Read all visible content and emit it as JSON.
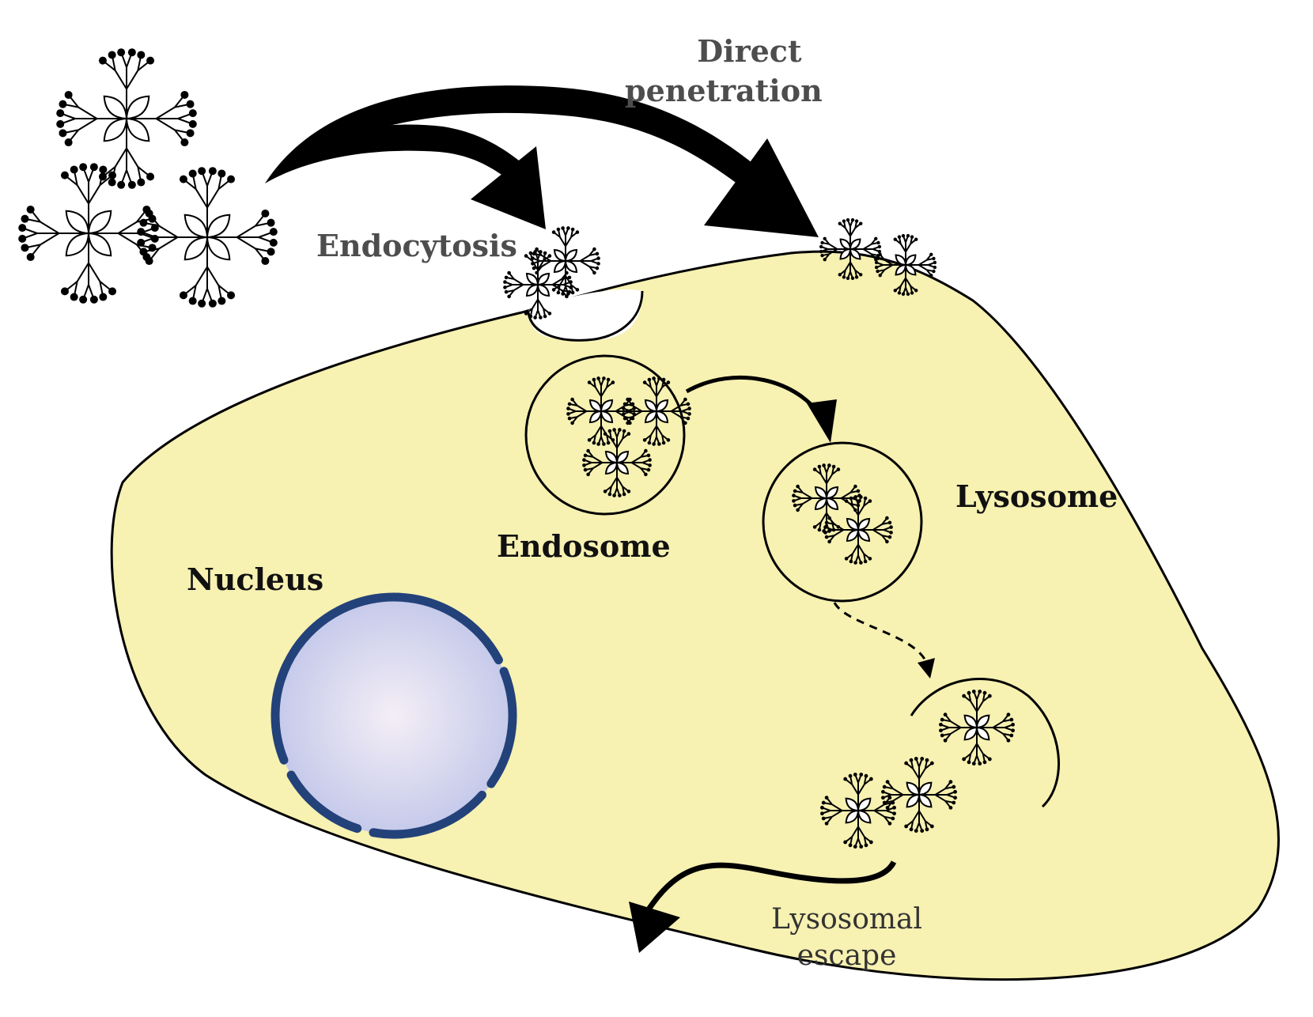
{
  "labels": {
    "direct_penetration_line1": "Direct",
    "direct_penetration_line2": "penetration",
    "endocytosis": "Endocytosis",
    "endosome": "Endosome",
    "lysosome": "Lysosome",
    "nucleus": "Nucleus",
    "lysosomal_escape_line1": "Lysosomal",
    "lysosomal_escape_line2": "escape"
  },
  "colors": {
    "cytoplasm": "#f7f1b2",
    "nucleus_fill_center": "#f4eef6",
    "nucleus_fill_edge": "#c5c9ea",
    "nuclear_envelope": "#23427a",
    "ink": "#000000",
    "label_grey": "#4d4d4d"
  },
  "icons": [
    "dendrimer-icon",
    "arrow-icon"
  ]
}
